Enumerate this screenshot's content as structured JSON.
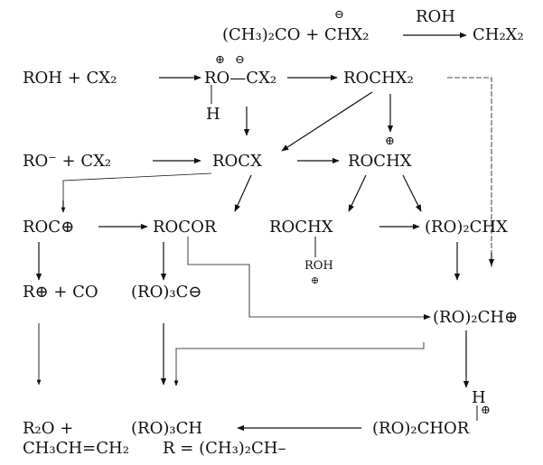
{
  "diagram": {
    "row0": {
      "acetone_plus_chx2": "(CH₃)₂CO + CHX₂",
      "chx2_charge": "⊖",
      "reagent_roh": "ROH",
      "product_ch2x2": "CH₂X₂"
    },
    "row1": {
      "roh_plus_cx2": "ROH + CX₂",
      "ylide": "RO—CX₂",
      "ylide_plus_charge": "⊕",
      "ylide_minus_charge": "⊖",
      "ylide_h": "H",
      "rochx2": "ROCHX₂"
    },
    "row2": {
      "ro_minus_plus_cx2": "RO⁻ + CX₂",
      "rocx": "ROCX",
      "rochx_cation": "ROCHX",
      "rochx_cation_charge": "⊕"
    },
    "row3": {
      "roc_cation": "ROC⊕",
      "rocor": "ROCOR",
      "rochx_adduct": "ROCHX",
      "adduct_roh": "ROH",
      "adduct_charge": "⊕",
      "ro2chx": "(RO)₂CHX"
    },
    "row4": {
      "r_cation_plus_co": "R⊕ + CO",
      "ro3c_anion": "(RO)₃C⊖",
      "ro2ch_cation": "(RO)₂CH⊕"
    },
    "row5": {
      "r2o_plus": "R₂O +",
      "propene": "CH₃CH=CH₂",
      "ro3ch": "(RO)₃CH",
      "r_definition": "R = (CH₃)₂CH–",
      "ro2chor": "(RO)₂CHOR",
      "oxonium_h": "H",
      "oxonium_charge": "⊕"
    }
  }
}
